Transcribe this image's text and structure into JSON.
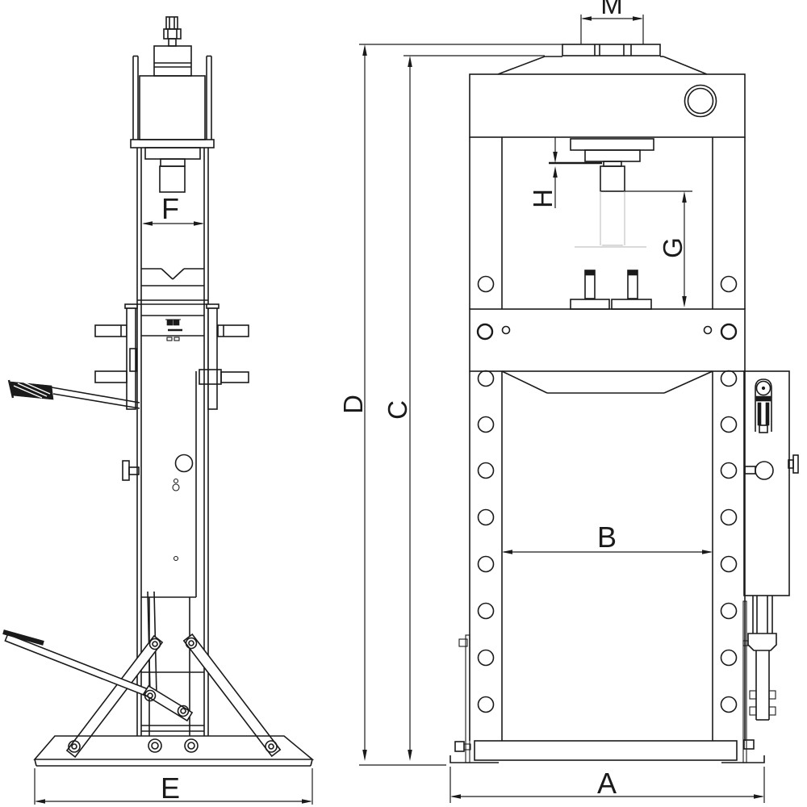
{
  "labels": {
    "A": "A",
    "B": "B",
    "C": "C",
    "D": "D",
    "E": "E",
    "F": "F",
    "G": "G",
    "H": "H",
    "M": "M"
  },
  "colors": {
    "line": "#1a1a1a",
    "background": "#ffffff",
    "phantom": "#c4c4c4"
  }
}
